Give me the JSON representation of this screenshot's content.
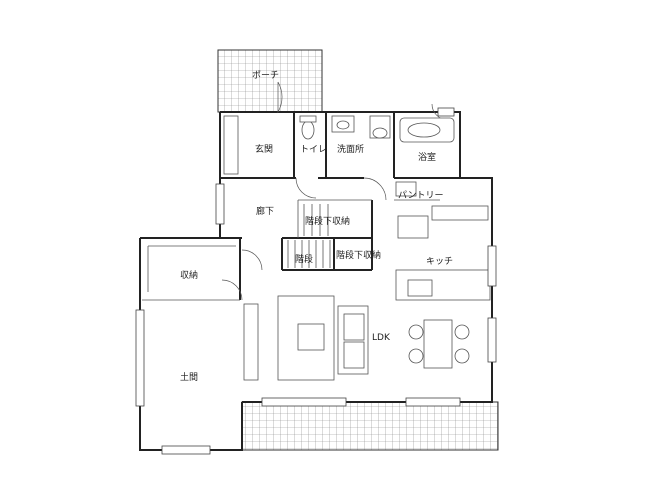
{
  "rooms": {
    "porch": "ポーチ",
    "entrance": "玄関",
    "toilet": "トイレ",
    "washroom": "洗面所",
    "bathroom": "浴室",
    "pantry": "パントリー",
    "hallway": "廊下",
    "understair_storage_upper": "階段下収納",
    "stairs": "階段",
    "understair_storage_lower": "階段下収納",
    "kitchen": "キッチ",
    "storage": "収納",
    "ldk": "LDK",
    "earth_floor": "土間"
  },
  "colors": {
    "wall": "#222222",
    "tile_grid": "#888888",
    "background": "#ffffff"
  }
}
